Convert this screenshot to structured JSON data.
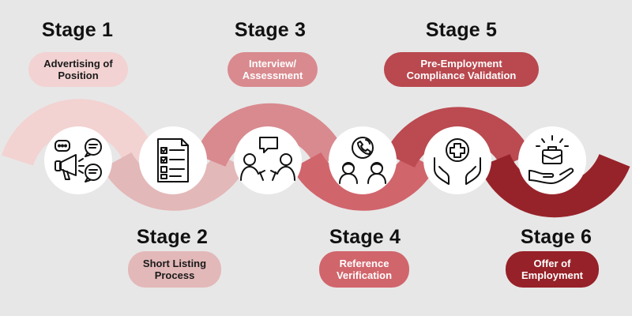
{
  "stages": [
    {
      "title": "Stage 1",
      "description": "Advertising of Position",
      "icon": "megaphone-chat-icon",
      "pill_color": "#f2d2d2",
      "text_color": "#1a1a1a",
      "arc_color": "#f3d2d2"
    },
    {
      "title": "Stage 2",
      "description": "Short Listing Process",
      "icon": "checklist-icon",
      "pill_color": "#e3b8b9",
      "text_color": "#1a1a1a",
      "arc_color": "#e3b8b9"
    },
    {
      "title": "Stage 3",
      "description": "Interview/ Assessment",
      "icon": "interview-icon",
      "pill_color": "#d98a8f",
      "text_color": "#ffffff",
      "arc_color": "#d98a8f"
    },
    {
      "title": "Stage 4",
      "description": "Reference Verification",
      "icon": "phone-call-icon",
      "pill_color": "#d1656c",
      "text_color": "#ffffff",
      "arc_color": "#d1656c"
    },
    {
      "title": "Stage 5",
      "description": "Pre-Employment Compliance Validation",
      "icon": "health-hands-icon",
      "pill_color": "#b9484f",
      "text_color": "#ffffff",
      "arc_color": "#bb4a51"
    },
    {
      "title": "Stage 6",
      "description": "Offer of Employment",
      "icon": "briefcase-hand-icon",
      "pill_color": "#962128",
      "text_color": "#ffffff",
      "arc_color": "#97232a"
    }
  ],
  "background": "#e8e7e7"
}
